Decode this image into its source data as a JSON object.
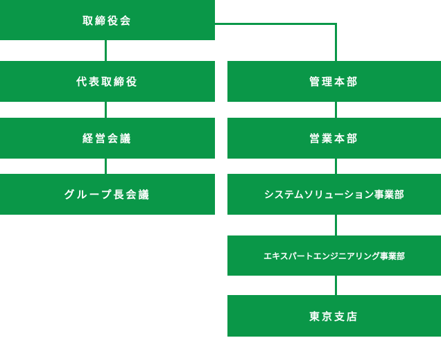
{
  "org_chart": {
    "board": "取締役会",
    "left_column": [
      "代表取締役",
      "経営会議",
      "グループ長会議"
    ],
    "right_column": [
      "管理本部",
      "営業本部",
      "システムソリューション事業部",
      "エキスパートエンジニアリング事業部",
      "東京支店"
    ]
  },
  "colors": {
    "box_fill": "#0a9748",
    "text": "#ffffff",
    "background": "#ffffff"
  }
}
